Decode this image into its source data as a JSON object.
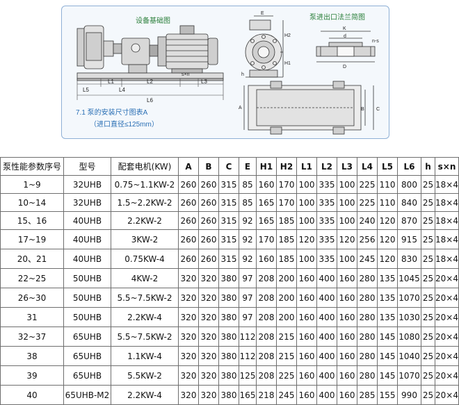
{
  "drawing": {
    "base_title": "设备基础图",
    "flange_title": "泵进出口法兰简图",
    "caption_line1": "7.1 泵的安装尺寸图表A",
    "caption_line2": "（进口直径≤125mm）",
    "labels": {
      "l5": "L5",
      "l1": "L1",
      "l2": "L2",
      "sxn": "s×n",
      "l3": "L3",
      "l4": "L4",
      "l6": "L6",
      "e": "E",
      "h2": "H2",
      "h1": "H1",
      "h": "h",
      "a": "A",
      "b": "B",
      "c": "C",
      "k": "K",
      "d_small": "d",
      "d_big": "D",
      "ns": "n-s"
    }
  },
  "table": {
    "headers": [
      "泵性能参数序号",
      "型号",
      "配套电机(KW)",
      "A",
      "B",
      "C",
      "E",
      "H1",
      "H2",
      "L1",
      "L2",
      "L3",
      "L4",
      "L5",
      "L6",
      "h",
      "s×n"
    ],
    "rows": [
      [
        "1~9",
        "32UHB",
        "0.75~1.1KW-2",
        "260",
        "260",
        "315",
        "85",
        "160",
        "170",
        "100",
        "335",
        "100",
        "225",
        "110",
        "800",
        "25",
        "18×4"
      ],
      [
        "10~14",
        "32UHB",
        "1.5~2.2KW-2",
        "260",
        "260",
        "315",
        "85",
        "165",
        "170",
        "100",
        "335",
        "100",
        "225",
        "110",
        "840",
        "25",
        "18×4"
      ],
      [
        "15、16",
        "40UHB",
        "2.2KW-2",
        "260",
        "260",
        "315",
        "92",
        "165",
        "185",
        "100",
        "335",
        "100",
        "240",
        "120",
        "870",
        "25",
        "18×4"
      ],
      [
        "17~19",
        "40UHB",
        "3KW-2",
        "260",
        "260",
        "315",
        "92",
        "170",
        "185",
        "120",
        "335",
        "120",
        "256",
        "120",
        "915",
        "25",
        "18×4"
      ],
      [
        "20、21",
        "40UHB",
        "0.75KW-4",
        "260",
        "260",
        "315",
        "92",
        "160",
        "185",
        "100",
        "335",
        "100",
        "245",
        "120",
        "830",
        "25",
        "18×4"
      ],
      [
        "22~25",
        "50UHB",
        "4KW-2",
        "320",
        "320",
        "380",
        "97",
        "208",
        "200",
        "160",
        "400",
        "160",
        "280",
        "135",
        "1045",
        "25",
        "20×4"
      ],
      [
        "26~30",
        "50UHB",
        "5.5~7.5KW-2",
        "320",
        "320",
        "380",
        "97",
        "208",
        "200",
        "160",
        "400",
        "160",
        "280",
        "135",
        "1070",
        "25",
        "20×4"
      ],
      [
        "31",
        "50UHB",
        "2.2KW-4",
        "320",
        "320",
        "380",
        "97",
        "208",
        "200",
        "160",
        "400",
        "160",
        "280",
        "135",
        "1030",
        "25",
        "20×4"
      ],
      [
        "32~37",
        "65UHB",
        "5.5~7.5KW-2",
        "320",
        "320",
        "380",
        "112",
        "208",
        "215",
        "160",
        "400",
        "160",
        "280",
        "145",
        "1080",
        "25",
        "20×4"
      ],
      [
        "38",
        "65UHB",
        "1.1KW-4",
        "320",
        "320",
        "380",
        "112",
        "208",
        "215",
        "160",
        "400",
        "160",
        "280",
        "145",
        "1040",
        "25",
        "20×4"
      ],
      [
        "39",
        "65UHB",
        "5.5KW-2",
        "320",
        "320",
        "380",
        "125",
        "208",
        "225",
        "160",
        "400",
        "160",
        "280",
        "145",
        "1070",
        "25",
        "20×4"
      ],
      [
        "40",
        "65UHB-M2",
        "2.2KW-4",
        "320",
        "320",
        "380",
        "165",
        "218",
        "245",
        "160",
        "400",
        "160",
        "285",
        "155",
        "990",
        "25",
        "20×4"
      ]
    ]
  }
}
